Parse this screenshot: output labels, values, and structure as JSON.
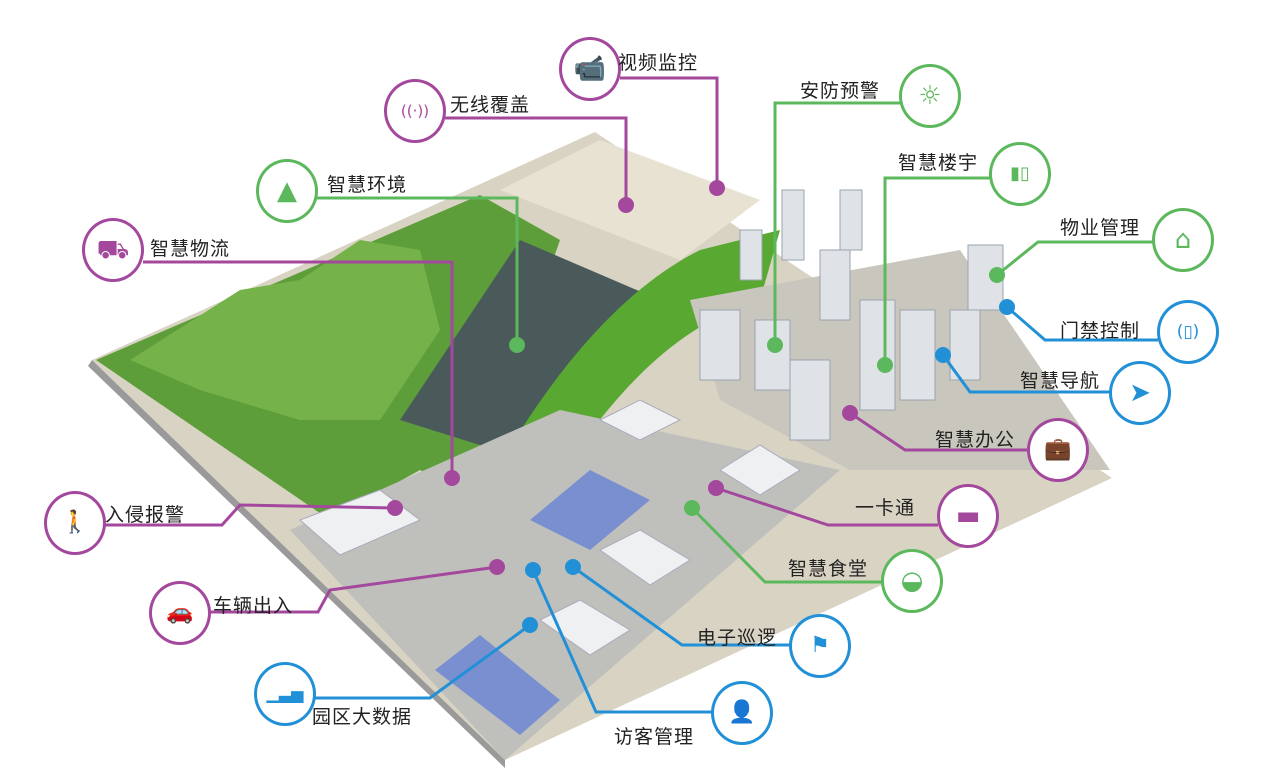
{
  "colors": {
    "purple": "#a3489d",
    "green": "#5cb85c",
    "blue": "#2190d6"
  },
  "callouts": [
    {
      "label": "视频监控",
      "icon": "cctv-camera-icon",
      "glyph": "📹"
    },
    {
      "label": "无线覆盖",
      "icon": "wifi-icon",
      "glyph": "((·))"
    },
    {
      "label": "智慧环境",
      "icon": "tree-icon",
      "glyph": "▲"
    },
    {
      "label": "智慧物流",
      "icon": "truck-icon",
      "glyph": "⛟"
    },
    {
      "label": "安防预警",
      "icon": "alarm-light-icon",
      "glyph": "☼"
    },
    {
      "label": "智慧楼宇",
      "icon": "buildings-icon",
      "glyph": "▮▯"
    },
    {
      "label": "物业管理",
      "icon": "house-icon",
      "glyph": "⌂"
    },
    {
      "label": "门禁控制",
      "icon": "access-door-icon",
      "glyph": "(▯)"
    },
    {
      "label": "智慧导航",
      "icon": "navigation-arrow-icon",
      "glyph": "➤"
    },
    {
      "label": "智慧办公",
      "icon": "briefcase-icon",
      "glyph": "💼"
    },
    {
      "label": "一卡通",
      "icon": "card-icon",
      "glyph": "▬"
    },
    {
      "label": "智慧食堂",
      "icon": "bowl-icon",
      "glyph": "◒"
    },
    {
      "label": "电子巡逻",
      "icon": "patrol-route-icon",
      "glyph": "⚑"
    },
    {
      "label": "访客管理",
      "icon": "visitor-icon",
      "glyph": "👤"
    },
    {
      "label": "园区大数据",
      "icon": "bar-chart-icon",
      "glyph": "▁▃▅"
    },
    {
      "label": "车辆出入",
      "icon": "car-icon",
      "glyph": "🚗"
    },
    {
      "label": "入侵报警",
      "icon": "intruder-icon",
      "glyph": "🚶"
    }
  ]
}
